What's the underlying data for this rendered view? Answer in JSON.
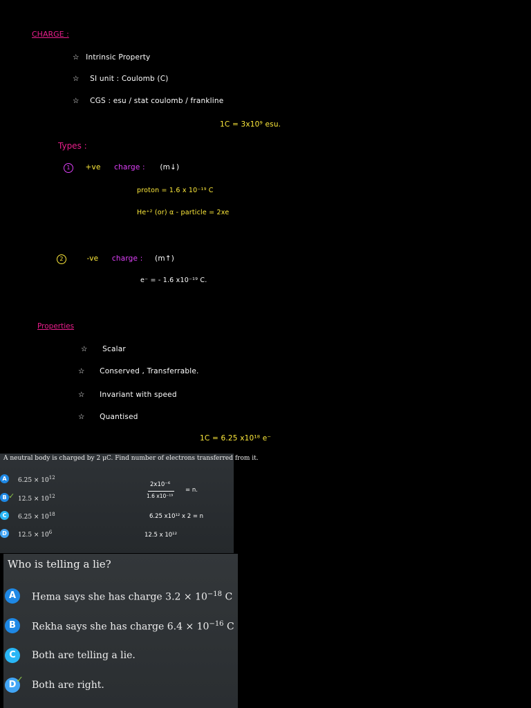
{
  "notes": {
    "charge_title": "CHARGE :",
    "charge_points": [
      {
        "star": "☆",
        "text": "Intrinsic     Property"
      },
      {
        "star": "☆",
        "text": "SI   unit  :    Coulomb  (C)"
      },
      {
        "star": "☆",
        "text": "CGS  :   esu /  stat  coulomb /  frankline"
      }
    ],
    "conversion_esu": "1C =  3x10⁹ esu.",
    "types_title": "Types :",
    "type1": {
      "num": "1",
      "sign": "+ve",
      "label": "charge :",
      "paren": "(m↓)"
    },
    "proton_line": "proton   =   1.6 x 10⁻¹⁹ C",
    "alpha_line": "He⁺² (or)  α - particle   =     2xe",
    "type2": {
      "num": "2",
      "sign": "-ve",
      "label": "charge :",
      "paren": "(m↑)"
    },
    "electron_line": "e⁻  =   - 1.6 x10⁻¹⁹ C.",
    "properties_title": "Properties",
    "property_points": [
      {
        "star": "☆",
        "text": "Scalar"
      },
      {
        "star": "☆",
        "text": "Conserved  ,   Transferrable."
      },
      {
        "star": "☆",
        "text": "Invariant    with   speed"
      },
      {
        "star": "☆",
        "text": "Quantised"
      }
    ],
    "quantisation": "1C =  6.25 x10¹⁸ e⁻"
  },
  "question1": {
    "text": "A neutral body is charged by 2 μC. Find number of electrons transferred from it.",
    "options": [
      {
        "letter": "A",
        "mantissa": "6.25",
        "exp": "12"
      },
      {
        "letter": "B",
        "mantissa": "12.5",
        "exp": "12"
      },
      {
        "letter": "C",
        "mantissa": "6.25",
        "exp": "18"
      },
      {
        "letter": "D",
        "mantissa": "12.5",
        "exp": "6"
      }
    ],
    "work": {
      "numerator": "2x10⁻⁶",
      "denominator": "1.6 x10⁻¹⁹",
      "equals_n": "=  n.",
      "line2": "6.25 x10¹² x 2 = n",
      "line3": "12.5 x 10¹²"
    }
  },
  "question2": {
    "text": "Who is telling a lie?",
    "options": [
      {
        "letter": "A",
        "prefix": "Hema says she has charge 3.2 × 10",
        "exp": "−18",
        "suffix": " C"
      },
      {
        "letter": "B",
        "prefix": "Rekha says she has charge 6.4 × 10",
        "exp": "−16",
        "suffix": " C"
      },
      {
        "letter": "C",
        "prefix": "Both are telling a lie.",
        "exp": "",
        "suffix": ""
      },
      {
        "letter": "D",
        "prefix": "Both are right.",
        "exp": "",
        "suffix": ""
      }
    ]
  },
  "colors": {
    "background": "#000000",
    "headings": "#e91e8c",
    "text": "#ffffff",
    "highlight": "#ffeb3b",
    "charge_word": "#e040fb",
    "card": "#2e3236",
    "badge_blue": "#1e88e5",
    "check_green": "#8bc34a"
  }
}
